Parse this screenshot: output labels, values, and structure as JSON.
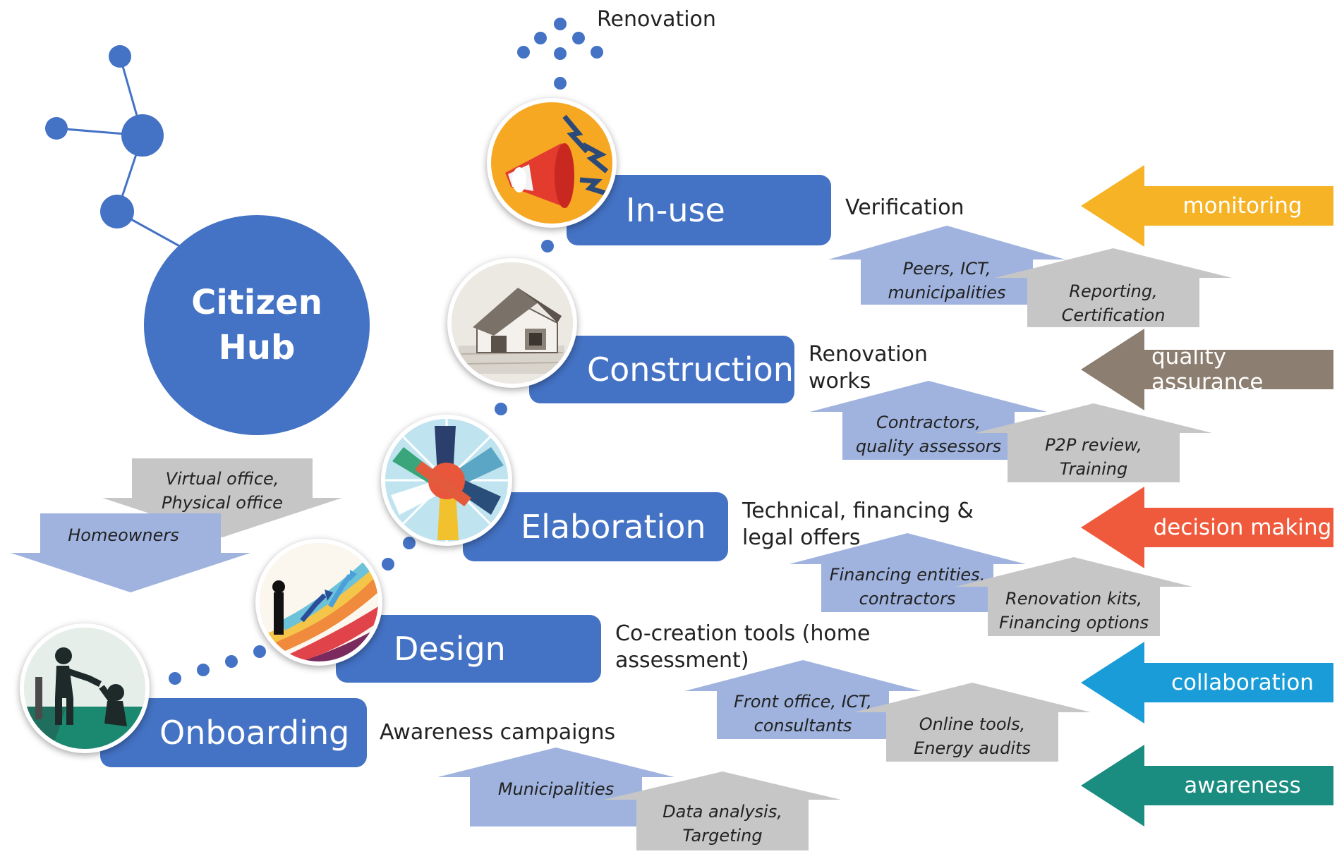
{
  "hub": {
    "line1": "Citizen",
    "line2": "Hub"
  },
  "top_label": "Renovation",
  "stages": [
    {
      "name": "In-use",
      "desc": [
        "Verification"
      ],
      "icon": "megaphone-icon"
    },
    {
      "name": "Construction",
      "desc": [
        "Renovation",
        "works"
      ],
      "icon": "house-model-icon"
    },
    {
      "name": "Elaboration",
      "desc": [
        "Technical,  financing &",
        "legal offers"
      ],
      "icon": "joined-hands-icon"
    },
    {
      "name": "Design",
      "desc": [
        "Co-creation tools (home",
        "assessment)"
      ],
      "icon": "paths-icon"
    },
    {
      "name": "Onboarding",
      "desc": [
        "Awareness campaigns"
      ],
      "icon": "helping-hand-icon"
    }
  ],
  "actor_arrows": [
    {
      "blue": [
        "Peers, ICT,",
        "municipalities"
      ],
      "grey": [
        "Reporting,",
        "Certification"
      ]
    },
    {
      "blue": [
        "Contractors,",
        "quality assessors"
      ],
      "grey": [
        "P2P review,",
        "Training"
      ]
    },
    {
      "blue": [
        "Financing entities,",
        "contractors"
      ],
      "grey": [
        "Renovation kits,",
        "Financing options"
      ]
    },
    {
      "blue": [
        "Front office, ICT,",
        "consultants"
      ],
      "grey": [
        "Online tools,",
        "Energy audits"
      ]
    },
    {
      "blue": [
        "Municipalities"
      ],
      "grey": [
        "Data analysis,",
        "Targeting"
      ]
    }
  ],
  "side_arrows": [
    {
      "label": "monitoring",
      "color": "#f5b325"
    },
    {
      "label": "quality assurance",
      "color": "#8c7e70"
    },
    {
      "label": "decision making",
      "color": "#f05a3c"
    },
    {
      "label": "collaboration",
      "color": "#1a9cd8"
    },
    {
      "label": "awareness",
      "color": "#1a8c80"
    }
  ],
  "hub_arrows": {
    "grey": [
      "Virtual office,",
      "Physical office"
    ],
    "blue": [
      "Homeowners"
    ]
  },
  "colors": {
    "stage_blue": "#4472c4",
    "light_blue_arrow": "#9fb3de",
    "grey_arrow": "#c6c6c6"
  }
}
